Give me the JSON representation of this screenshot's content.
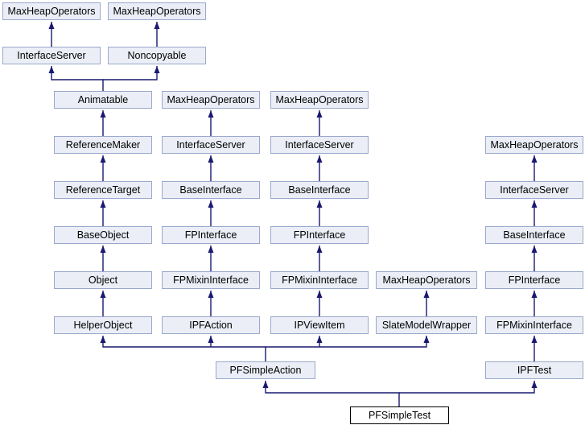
{
  "diagram": {
    "type": "class-inheritance-graph",
    "focus_class": "PFSimpleTest",
    "colors": {
      "node_fill": "#ebeef6",
      "node_border": "#9aa8cc",
      "focus_fill": "#ffffff",
      "focus_border": "#000000",
      "edge": "#191970",
      "text": "#000000"
    },
    "nodes": {
      "mho_top_left": {
        "label": "MaxHeapOperators"
      },
      "mho_top_mid": {
        "label": "MaxHeapOperators"
      },
      "interface_server_a": {
        "label": "InterfaceServer"
      },
      "noncopyable": {
        "label": "Noncopyable"
      },
      "animatable": {
        "label": "Animatable"
      },
      "mho_col_b": {
        "label": "MaxHeapOperators"
      },
      "mho_col_c": {
        "label": "MaxHeapOperators"
      },
      "reference_maker": {
        "label": "ReferenceMaker"
      },
      "interface_server_b": {
        "label": "InterfaceServer"
      },
      "interface_server_c": {
        "label": "InterfaceServer"
      },
      "mho_col_e": {
        "label": "MaxHeapOperators"
      },
      "reference_target": {
        "label": "ReferenceTarget"
      },
      "base_interface_b": {
        "label": "BaseInterface"
      },
      "base_interface_c": {
        "label": "BaseInterface"
      },
      "interface_server_e": {
        "label": "InterfaceServer"
      },
      "base_object": {
        "label": "BaseObject"
      },
      "fp_interface_b": {
        "label": "FPInterface"
      },
      "fp_interface_c": {
        "label": "FPInterface"
      },
      "base_interface_e": {
        "label": "BaseInterface"
      },
      "object": {
        "label": "Object"
      },
      "fp_mixin_b": {
        "label": "FPMixinInterface"
      },
      "fp_mixin_c": {
        "label": "FPMixinInterface"
      },
      "mho_col_d": {
        "label": "MaxHeapOperators"
      },
      "fp_interface_e": {
        "label": "FPInterface"
      },
      "helper_object": {
        "label": "HelperObject"
      },
      "ipf_action": {
        "label": "IPFAction"
      },
      "ip_view_item": {
        "label": "IPViewItem"
      },
      "slate_model_wrapper": {
        "label": "SlateModelWrapper"
      },
      "fp_mixin_e": {
        "label": "FPMixinInterface"
      },
      "pf_simple_action": {
        "label": "PFSimpleAction"
      },
      "ipf_test": {
        "label": "IPFTest"
      },
      "pf_simple_test": {
        "label": "PFSimpleTest"
      }
    },
    "edges": [
      {
        "derived": "interface_server_a",
        "base": "mho_top_left"
      },
      {
        "derived": "noncopyable",
        "base": "mho_top_mid"
      },
      {
        "derived": "animatable",
        "base": "interface_server_a"
      },
      {
        "derived": "animatable",
        "base": "noncopyable"
      },
      {
        "derived": "reference_maker",
        "base": "animatable"
      },
      {
        "derived": "reference_target",
        "base": "reference_maker"
      },
      {
        "derived": "base_object",
        "base": "reference_target"
      },
      {
        "derived": "object",
        "base": "base_object"
      },
      {
        "derived": "helper_object",
        "base": "object"
      },
      {
        "derived": "interface_server_b",
        "base": "mho_col_b"
      },
      {
        "derived": "base_interface_b",
        "base": "interface_server_b"
      },
      {
        "derived": "fp_interface_b",
        "base": "base_interface_b"
      },
      {
        "derived": "fp_mixin_b",
        "base": "fp_interface_b"
      },
      {
        "derived": "ipf_action",
        "base": "fp_mixin_b"
      },
      {
        "derived": "interface_server_c",
        "base": "mho_col_c"
      },
      {
        "derived": "base_interface_c",
        "base": "interface_server_c"
      },
      {
        "derived": "fp_interface_c",
        "base": "base_interface_c"
      },
      {
        "derived": "fp_mixin_c",
        "base": "fp_interface_c"
      },
      {
        "derived": "ip_view_item",
        "base": "fp_mixin_c"
      },
      {
        "derived": "slate_model_wrapper",
        "base": "mho_col_d"
      },
      {
        "derived": "interface_server_e",
        "base": "mho_col_e"
      },
      {
        "derived": "base_interface_e",
        "base": "interface_server_e"
      },
      {
        "derived": "fp_interface_e",
        "base": "base_interface_e"
      },
      {
        "derived": "fp_mixin_e",
        "base": "fp_interface_e"
      },
      {
        "derived": "ipf_test",
        "base": "fp_mixin_e"
      },
      {
        "derived": "pf_simple_action",
        "base": "helper_object"
      },
      {
        "derived": "pf_simple_action",
        "base": "ipf_action"
      },
      {
        "derived": "pf_simple_action",
        "base": "ip_view_item"
      },
      {
        "derived": "pf_simple_action",
        "base": "slate_model_wrapper"
      },
      {
        "derived": "pf_simple_test",
        "base": "pf_simple_action"
      },
      {
        "derived": "pf_simple_test",
        "base": "ipf_test"
      }
    ]
  }
}
